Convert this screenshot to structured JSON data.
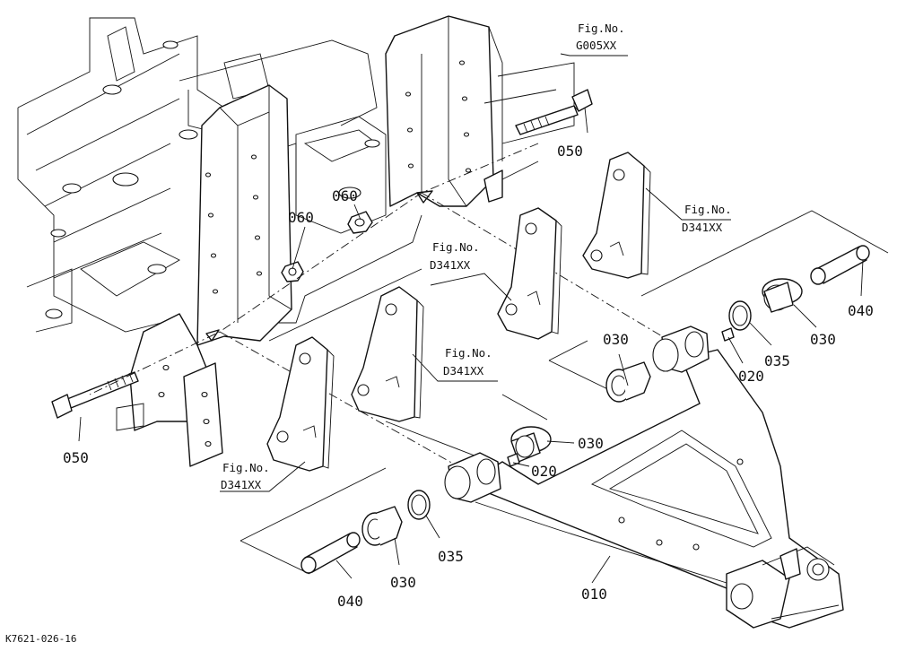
{
  "parts": {
    "p050_top": "050",
    "p050_left": "050",
    "p060_mid": "060",
    "p060_left": "060",
    "p030_a": "030",
    "p030_b": "030",
    "p030_c": "030",
    "p030_d": "030",
    "p035_a": "035",
    "p035_b": "035",
    "p020_a": "020",
    "p020_b": "020",
    "p040_a": "040",
    "p040_b": "040",
    "p010": "010"
  },
  "figrefs": {
    "g005": {
      "line1": "Fig.No.",
      "line2": "G005XX"
    },
    "d341_right": {
      "line1": "Fig.No.",
      "line2": "D341XX"
    },
    "d341_center": {
      "line1": "Fig.No.",
      "line2": "D341XX"
    },
    "d341_mid": {
      "line1": "Fig.No.",
      "line2": "D341XX"
    },
    "d341_left": {
      "line1": "Fig.No.",
      "line2": "D341XX"
    }
  },
  "drawing_code": "K7621-026-16"
}
